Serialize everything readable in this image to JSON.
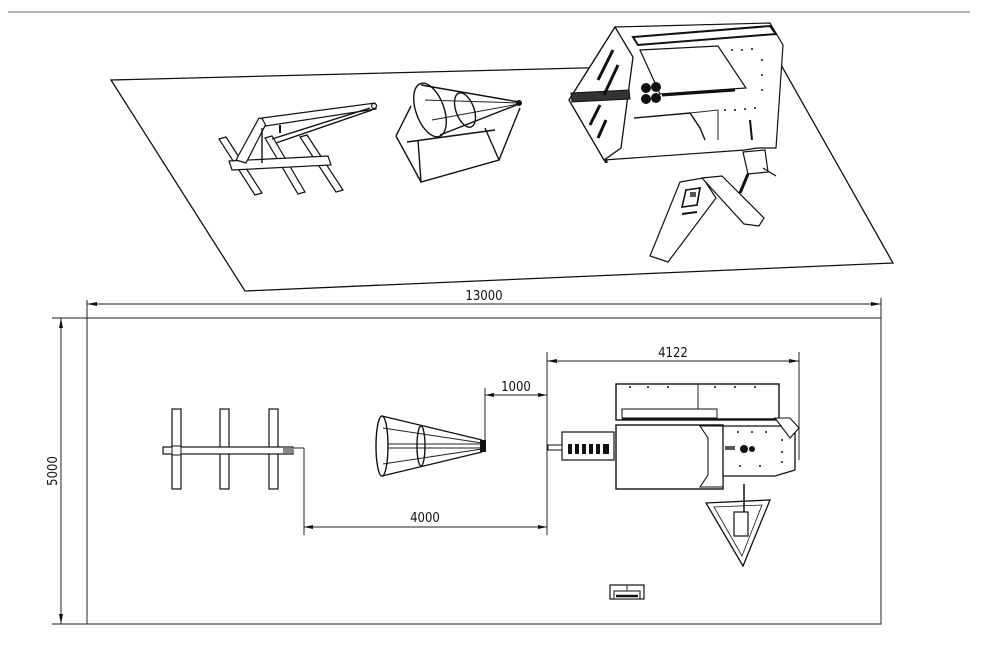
{
  "drawing": {
    "type": "equipment layout drawing",
    "views": [
      "isometric-view",
      "plan-view"
    ],
    "units": "mm"
  },
  "dimensions": {
    "overall_length": "13000",
    "overall_width": "5000",
    "machine_length": "4122",
    "gap_cage_to_machine": "1000",
    "gap_pulloff_to_machine": "4000"
  },
  "components": [
    {
      "id": "pay-off-stand",
      "label": "Pay-off / drawing frame with outrigger legs"
    },
    {
      "id": "wire-cage",
      "label": "Conical wire cage (take-up frame)"
    },
    {
      "id": "main-machine",
      "label": "Main processing machine with feed rollers"
    },
    {
      "id": "control-console",
      "label": "Operator control console"
    },
    {
      "id": "triangular-support",
      "label": "Triangular swivel arm support"
    }
  ]
}
